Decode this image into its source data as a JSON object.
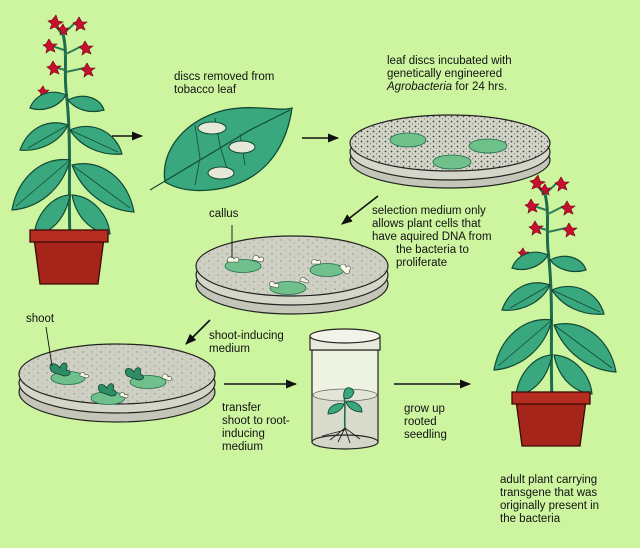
{
  "labels": {
    "discs_removed": [
      "discs removed from",
      "tobacco leaf"
    ],
    "incubated": {
      "line1": "leaf discs incubated with",
      "line2": "genetically engineered",
      "line3_italic": "Agrobacteria",
      "line3_rest": " for 24 hrs."
    },
    "callus": "callus",
    "selection": [
      "selection medium only",
      "allows plant cells that",
      "have aquired DNA from",
      "the bacteria to",
      "proliferate"
    ],
    "shoot": "shoot",
    "shoot_inducing": [
      "shoot-inducing",
      "medium"
    ],
    "transfer": [
      "transfer",
      "shoot to root-",
      "inducing",
      "medium"
    ],
    "grow_up": [
      "grow up",
      "rooted",
      "seedling"
    ],
    "adult_plant": [
      "adult plant carrying",
      "transgene that was",
      "originally present in",
      "the bacteria"
    ]
  },
  "colors": {
    "background": "#cdf5a0",
    "leaf": "#3aa87e",
    "leaf_dark": "#1e6b4e",
    "pot": "#a5251a",
    "flower": "#c8102e",
    "dish": "#d9dccd",
    "agar": "#c9ccc0",
    "disc": "#6fc08a"
  }
}
